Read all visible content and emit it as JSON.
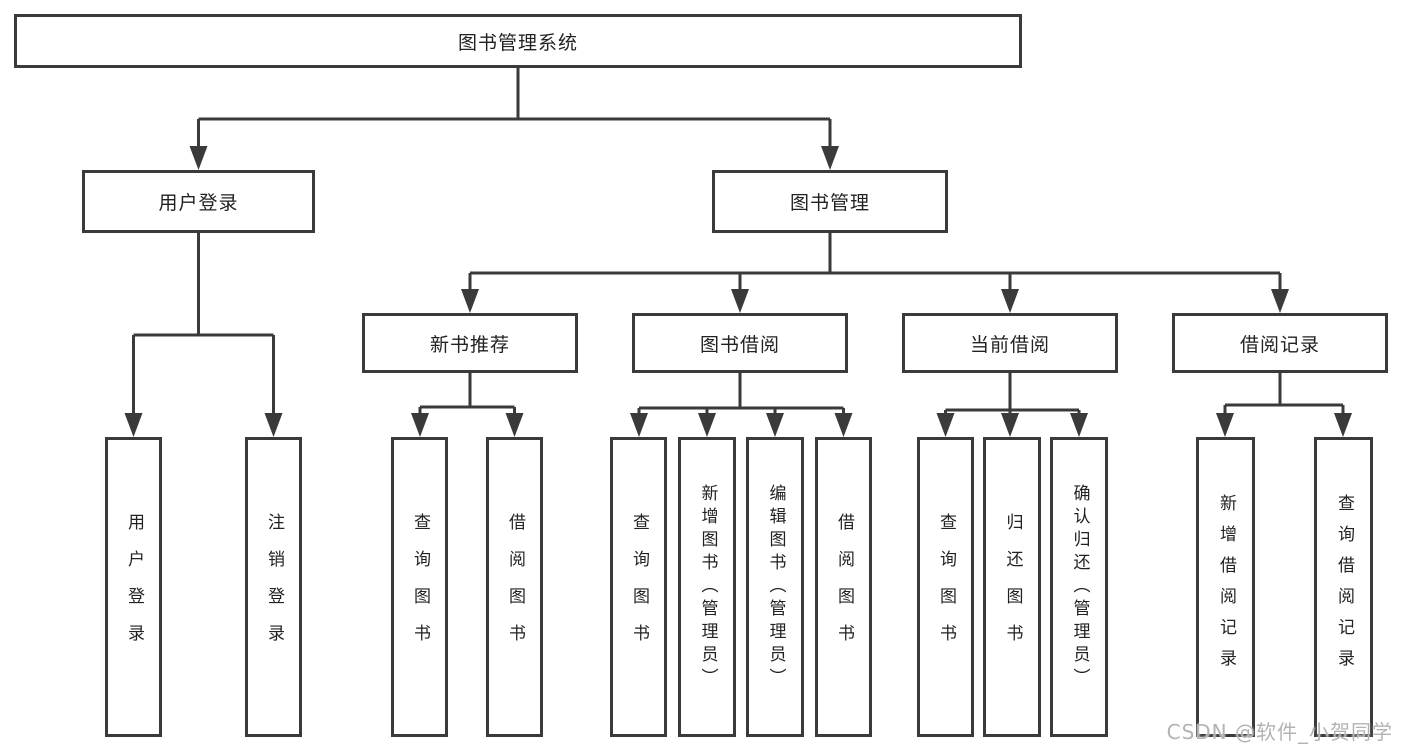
{
  "diagram_title": "图书管理系统",
  "tree": {
    "label": "图书管理系统",
    "children": [
      {
        "label": "用户登录",
        "children": [
          {
            "label": "用户登录"
          },
          {
            "label": "注销登录"
          }
        ]
      },
      {
        "label": "图书管理",
        "children": [
          {
            "label": "新书推荐",
            "children": [
              {
                "label": "查询图书"
              },
              {
                "label": "借阅图书"
              }
            ]
          },
          {
            "label": "图书借阅",
            "children": [
              {
                "label": "查询图书"
              },
              {
                "label": "新增图书（管理员）"
              },
              {
                "label": "编辑图书（管理员）"
              },
              {
                "label": "借阅图书"
              }
            ]
          },
          {
            "label": "当前借阅",
            "children": [
              {
                "label": "查询图书"
              },
              {
                "label": "归还图书"
              },
              {
                "label": "确认归还（管理员）"
              }
            ]
          },
          {
            "label": "借阅记录",
            "children": [
              {
                "label": "新增借阅记录"
              },
              {
                "label": "查询借阅记录"
              }
            ]
          }
        ]
      }
    ]
  },
  "watermark": {
    "text": "CSDN @软件_小贺同学"
  },
  "colors": {
    "line": "#3a3a3a",
    "text": "#222222",
    "background": "#ffffff",
    "watermark": "#b3b3b3"
  }
}
